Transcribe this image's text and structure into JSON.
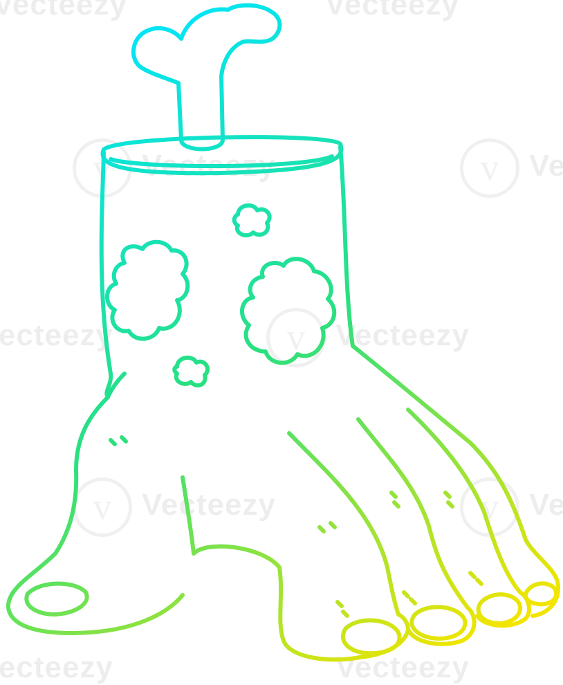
{
  "image": {
    "subject": "cartoon severed hand with exposed bone",
    "stroke_gradient": {
      "start": "#00e5ff",
      "mid": "#29e080",
      "end": "#f2e500"
    },
    "background": "#ffffff"
  },
  "watermark": {
    "text": "Vecteezy",
    "logo_glyph": "v"
  }
}
